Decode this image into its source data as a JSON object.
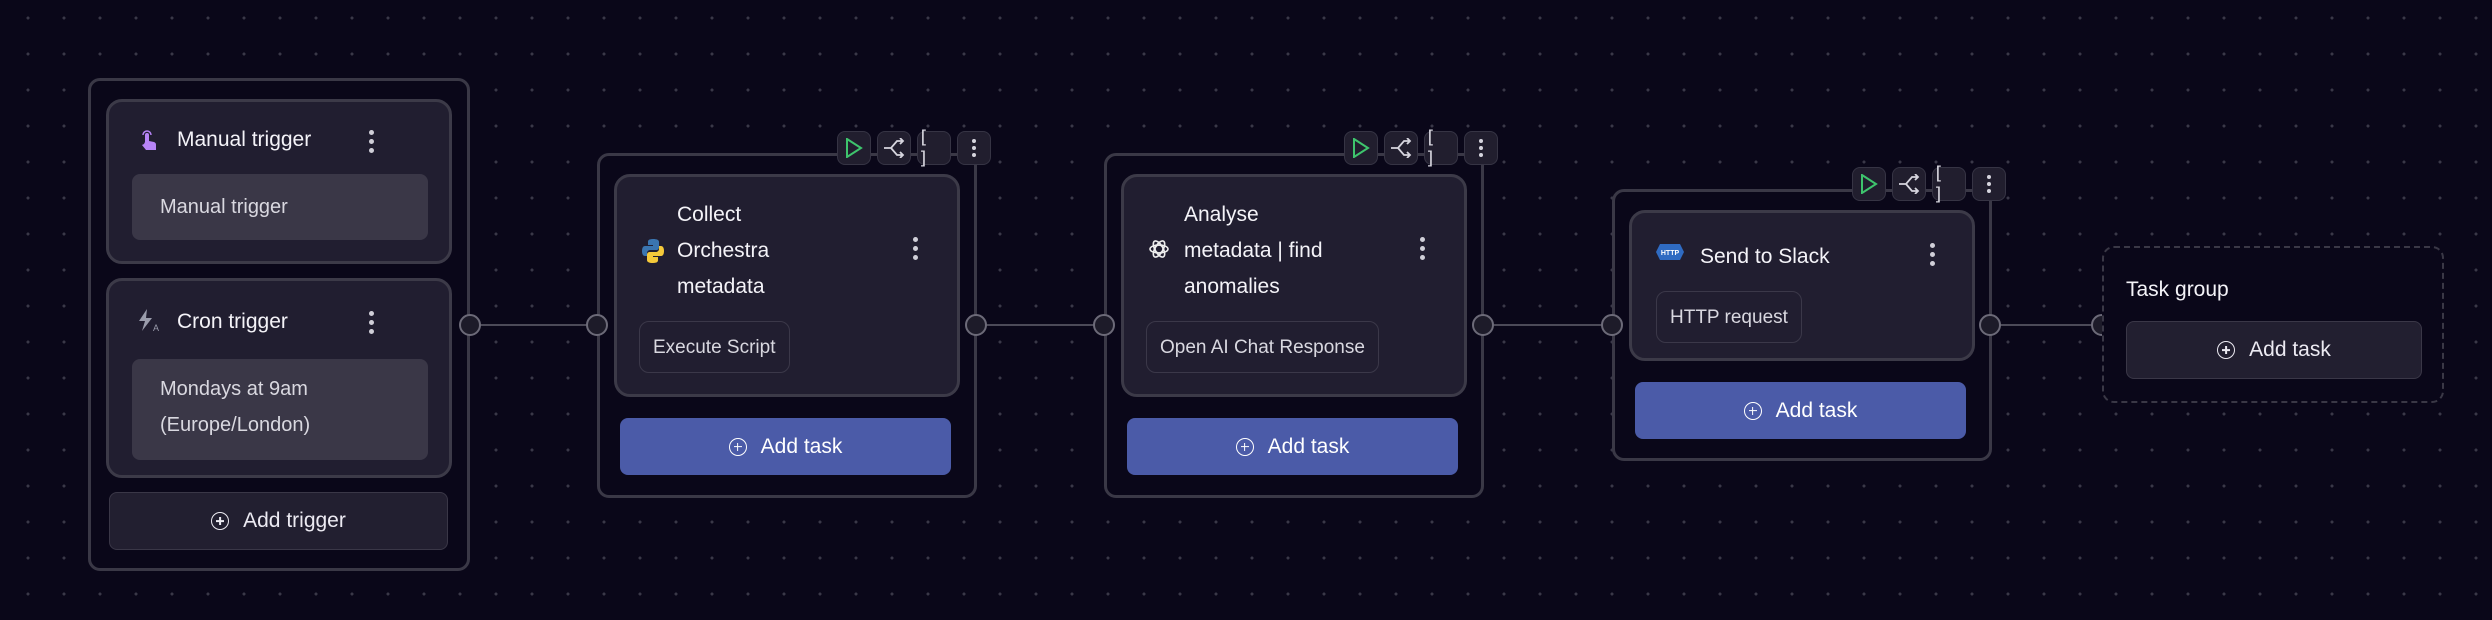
{
  "triggers": {
    "items": [
      {
        "title": "Manual trigger",
        "icon": "hand-pointer-icon",
        "description": "Manual trigger"
      },
      {
        "title": "Cron trigger",
        "icon": "cron-bolt-icon",
        "description_lines": [
          "Mondays at 9am",
          "(Europe/London)"
        ]
      }
    ],
    "add_label": "Add trigger"
  },
  "task_groups": [
    {
      "task_title_lines": [
        "Collect",
        "Orchestra",
        "metadata"
      ],
      "icon": "python-icon",
      "integration": "Execute Script",
      "add_label": "Add task"
    },
    {
      "task_title_lines": [
        "Analyse",
        "metadata | find",
        "anomalies"
      ],
      "icon": "openai-icon",
      "integration": "Open AI Chat Response",
      "add_label": "Add task"
    },
    {
      "task_title_lines": [
        "Send to Slack"
      ],
      "icon": "http-icon",
      "integration": "HTTP request",
      "add_label": "Add task"
    }
  ],
  "empty_group": {
    "title": "Task group",
    "add_label": "Add task"
  },
  "colors": {
    "background": "#0a0719",
    "primary_button": "#4b5ba8",
    "run_icon": "#3ec46d",
    "manual_icon": "#b784f7"
  }
}
